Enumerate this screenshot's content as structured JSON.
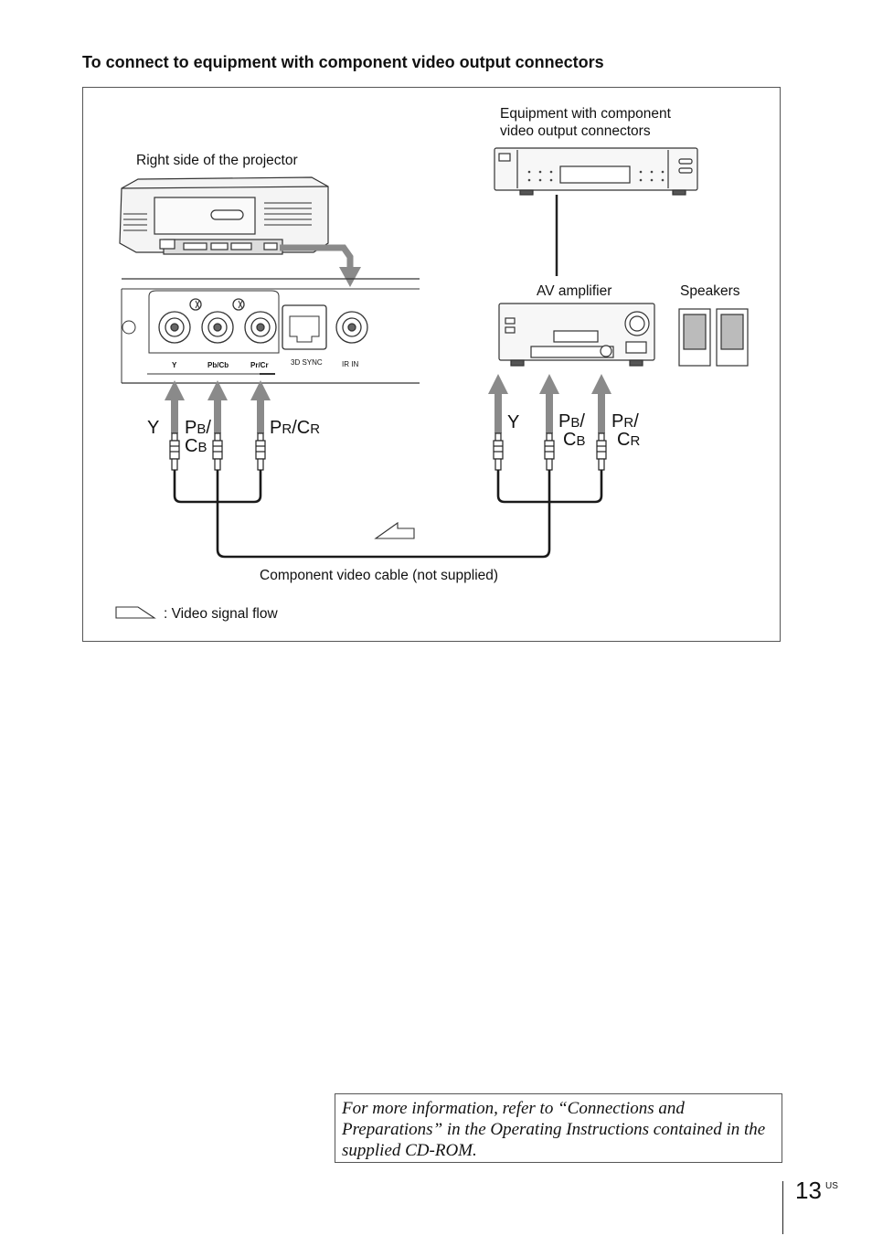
{
  "heading": "To connect to equipment with component video output connectors",
  "labels": {
    "projector_side": "Right side of the projector",
    "equipment_line1": "Equipment with component",
    "equipment_line2": "video output connectors",
    "av_amplifier": "AV amplifier",
    "speakers": "Speakers",
    "cable": "Component video cable (not supplied)",
    "legend": ": Video signal flow"
  },
  "ports": {
    "y": "Y",
    "pb_cb": "Pb/Cb",
    "pr_cr": "Pr/Cr",
    "sync_3d": "3D SYNC",
    "ir_in": "IR IN"
  },
  "pins_left": {
    "y": "Y",
    "pb": "P",
    "pb_sub": "B",
    "pb_slash": "/",
    "cb": "C",
    "cb_sub": "B",
    "pr": "P",
    "pr_sub": "R",
    "pr_slash": "/C",
    "cr_sub": "R"
  },
  "pins_right": {
    "y": "Y",
    "pb": "P",
    "pb_sub": "B",
    "pb_slash": "/",
    "cb": "C",
    "cb_sub": "B",
    "pr": "P",
    "pr_sub": "R",
    "pr_slash": "/",
    "cr": "C",
    "cr_sub": "R"
  },
  "note": "For more information, refer to “Connections and Preparations” in the Operating Instructions contained in the supplied CD-ROM.",
  "page_number": "13",
  "page_suffix": "US",
  "colors": {
    "arrow": "#8a8a8a",
    "cable": "#1a1a1a",
    "border": "#555555"
  }
}
